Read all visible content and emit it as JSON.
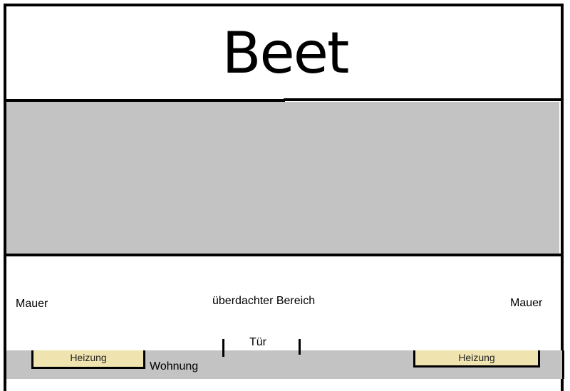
{
  "diagram": {
    "title": "Beet",
    "covered_area_label": "überdachter Bereich",
    "wall_left_label": "Mauer",
    "wall_right_label": "Mauer",
    "door_label": "Tür",
    "apartment_label": "Wohnung",
    "heater_left_label": "Heizung",
    "heater_right_label": "Heizung"
  },
  "colors": {
    "gray": "#c3c3c3",
    "heater": "#efe4b0",
    "line": "#000000"
  }
}
